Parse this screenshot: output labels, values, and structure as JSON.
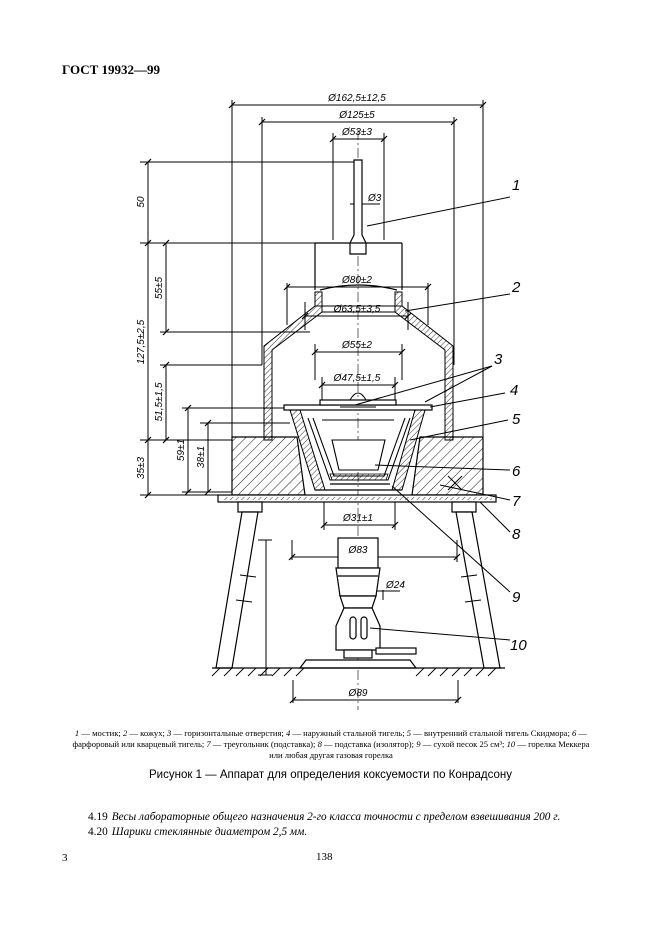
{
  "header": {
    "doc_id": "ГОСТ 19932—99"
  },
  "figure": {
    "dimensions": {
      "d1": "Ø162,5±12,5",
      "d2": "Ø125±5",
      "d3": "Ø53±3",
      "d4": "Ø3",
      "d5": "Ø80±2",
      "d6": "Ø63,5±3,5",
      "d7": "Ø55±2",
      "d8": "Ø47,5±1,5",
      "d9": "Ø31±1",
      "d10": "Ø83",
      "d11": "Ø24",
      "d12": "Ø89",
      "v1": "50",
      "v2": "55±5",
      "v3": "127,5±2,5",
      "v4": "51,5±1,5",
      "v5": "59±1",
      "v6": "38±1",
      "v7": "35±3"
    },
    "leaders": [
      "1",
      "2",
      "3",
      "4",
      "5",
      "6",
      "7",
      "8",
      "9",
      "10"
    ]
  },
  "legend": {
    "l1_n": "1",
    "l1_t": " — мостик; ",
    "l2_n": "2",
    "l2_t": " — кожух; ",
    "l3_n": "3",
    "l3_t": " — горизонтальные отверстия; ",
    "l4_n": "4",
    "l4_t": " — наружный стальной тигель; ",
    "l5_n": "5",
    "l5_t": " — внутренний стальной тигель Скидмора; ",
    "l6_n": "6",
    "l6_t": " — фарфоровый или кварцевый тигель; ",
    "l7_n": "7",
    "l7_t": " — треугольник (подставка); ",
    "l8_n": "8",
    "l8_t": " — подставка (изолятор); ",
    "l9_n": "9",
    "l9_t": " — сухой песок 25 см³; ",
    "l10_n": "10",
    "l10_t": " — горелка Меккера или любая другая газовая горелка"
  },
  "caption": "Рисунок 1 — Аппарат для определения коксуемости по Конрадсону",
  "items": [
    {
      "num": "4.19",
      "text": "Весы лабораторные общего назначения 2-го класса точности с пределом взвешивания 200 г."
    },
    {
      "num": "4.20",
      "text": "Шарики стеклянные диаметром 2,5 мм."
    }
  ],
  "page": {
    "left": "3",
    "center": "138"
  }
}
